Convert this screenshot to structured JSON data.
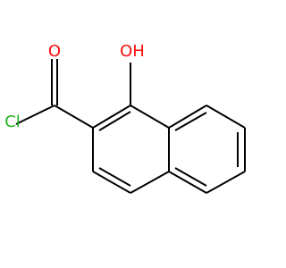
{
  "colors": {
    "background": "#ffffff",
    "bond": "#000000",
    "oxygen": "#ff0d0d",
    "chlorine": "#1fb21f"
  },
  "atoms": {
    "carbonyl_oxygen": "O",
    "hydroxyl": "OH",
    "chlorine": "Cl"
  }
}
